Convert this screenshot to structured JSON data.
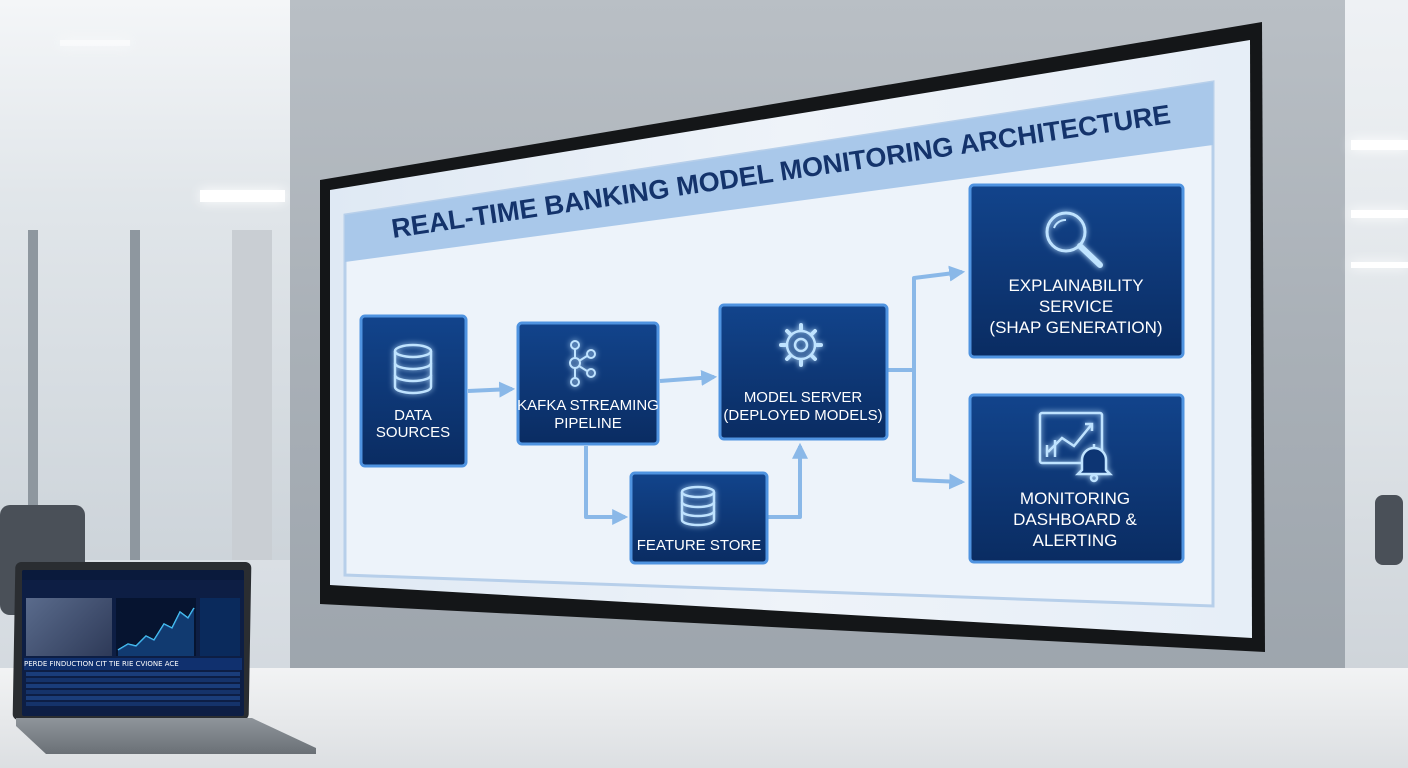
{
  "diagram": {
    "title": "REAL-TIME BANKING MODEL MONITORING ARCHITECTURE",
    "nodes": [
      {
        "id": "data-sources",
        "lines": [
          "DATA",
          "SOURCES"
        ],
        "icon": "database-icon"
      },
      {
        "id": "kafka",
        "lines": [
          "KAFKA STREAMING",
          "PIPELINE"
        ],
        "icon": "kafka-cluster-icon"
      },
      {
        "id": "feature-store",
        "lines": [
          "FEATURE STORE"
        ],
        "icon": "database-icon"
      },
      {
        "id": "model-server",
        "lines": [
          "MODEL SERVER",
          "(DEPLOYED MODELS)"
        ],
        "icon": "gear-icon"
      },
      {
        "id": "explainability",
        "lines": [
          "EXPLAINABILITY",
          "SERVICE",
          "(SHAP GENERATION)"
        ],
        "icon": "magnifier-icon"
      },
      {
        "id": "monitoring",
        "lines": [
          "MONITORING",
          "DASHBOARD &",
          "ALERTING"
        ],
        "icon": "chart-bell-icon"
      }
    ],
    "edges": [
      {
        "from": "data-sources",
        "to": "kafka"
      },
      {
        "from": "kafka",
        "to": "model-server"
      },
      {
        "from": "kafka",
        "to": "feature-store"
      },
      {
        "from": "feature-store",
        "to": "model-server"
      },
      {
        "from": "model-server",
        "to": "explainability"
      },
      {
        "from": "model-server",
        "to": "monitoring"
      }
    ],
    "colors": {
      "node_fill": "#0d3573",
      "node_border": "#4f93e0",
      "arrow": "#8ab8e8",
      "title_text": "#14336b",
      "banner": "#a9c8ea"
    }
  },
  "laptop": {
    "headline": "PERDE FINDUCTION CIT TIE RIE CVIONE ACE"
  }
}
